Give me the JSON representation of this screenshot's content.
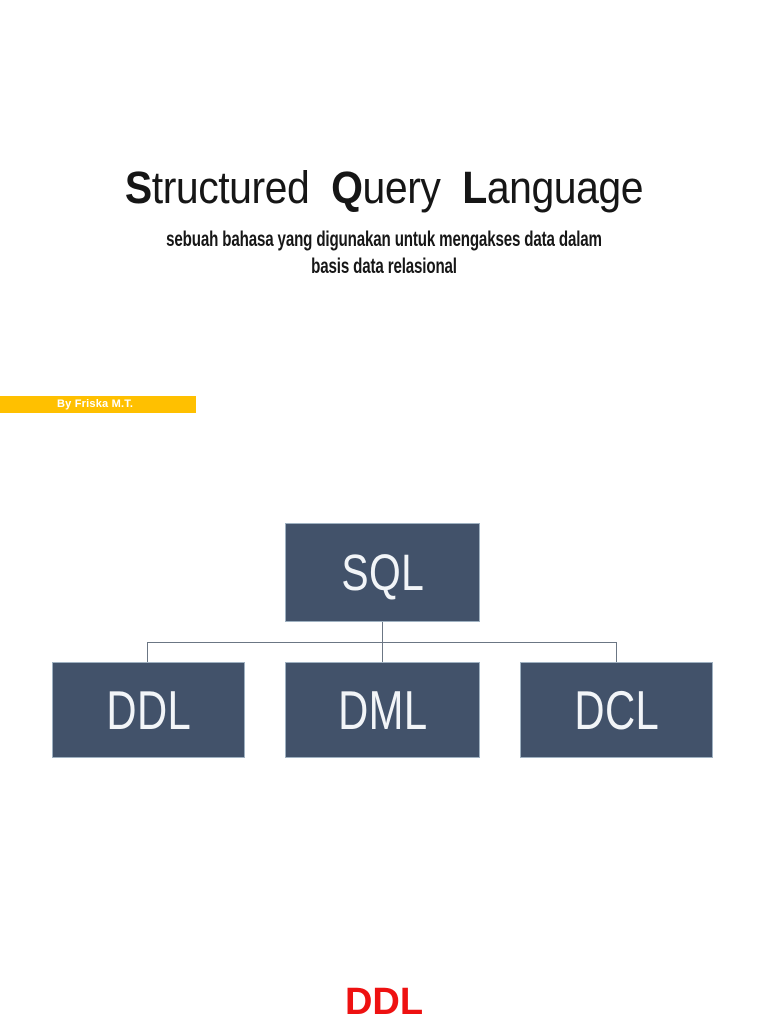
{
  "colors": {
    "accent_yellow": "#FFC000",
    "box_fill": "#42526A",
    "box_border": "#9FB1C1",
    "connector": "#6B7684",
    "red": "#EE1111",
    "text": "#161616"
  },
  "title": {
    "full": "Structured Query Language",
    "words": [
      {
        "lead": "S",
        "rest": "tructured"
      },
      {
        "lead": "Q",
        "rest": "uery"
      },
      {
        "lead": "L",
        "rest": "anguage"
      }
    ]
  },
  "subtitle": {
    "line1": "sebuah bahasa yang digunakan untuk mengakses data dalam",
    "line2": "basis data relasional"
  },
  "author_badge": {
    "label": "By Friska M.T."
  },
  "diagram": {
    "type": "hierarchy-org-chart",
    "root": {
      "label": "SQL"
    },
    "children": [
      {
        "label": "DDL"
      },
      {
        "label": "DML"
      },
      {
        "label": "DCL"
      }
    ]
  },
  "footer": {
    "next_section_label": "DDL"
  }
}
